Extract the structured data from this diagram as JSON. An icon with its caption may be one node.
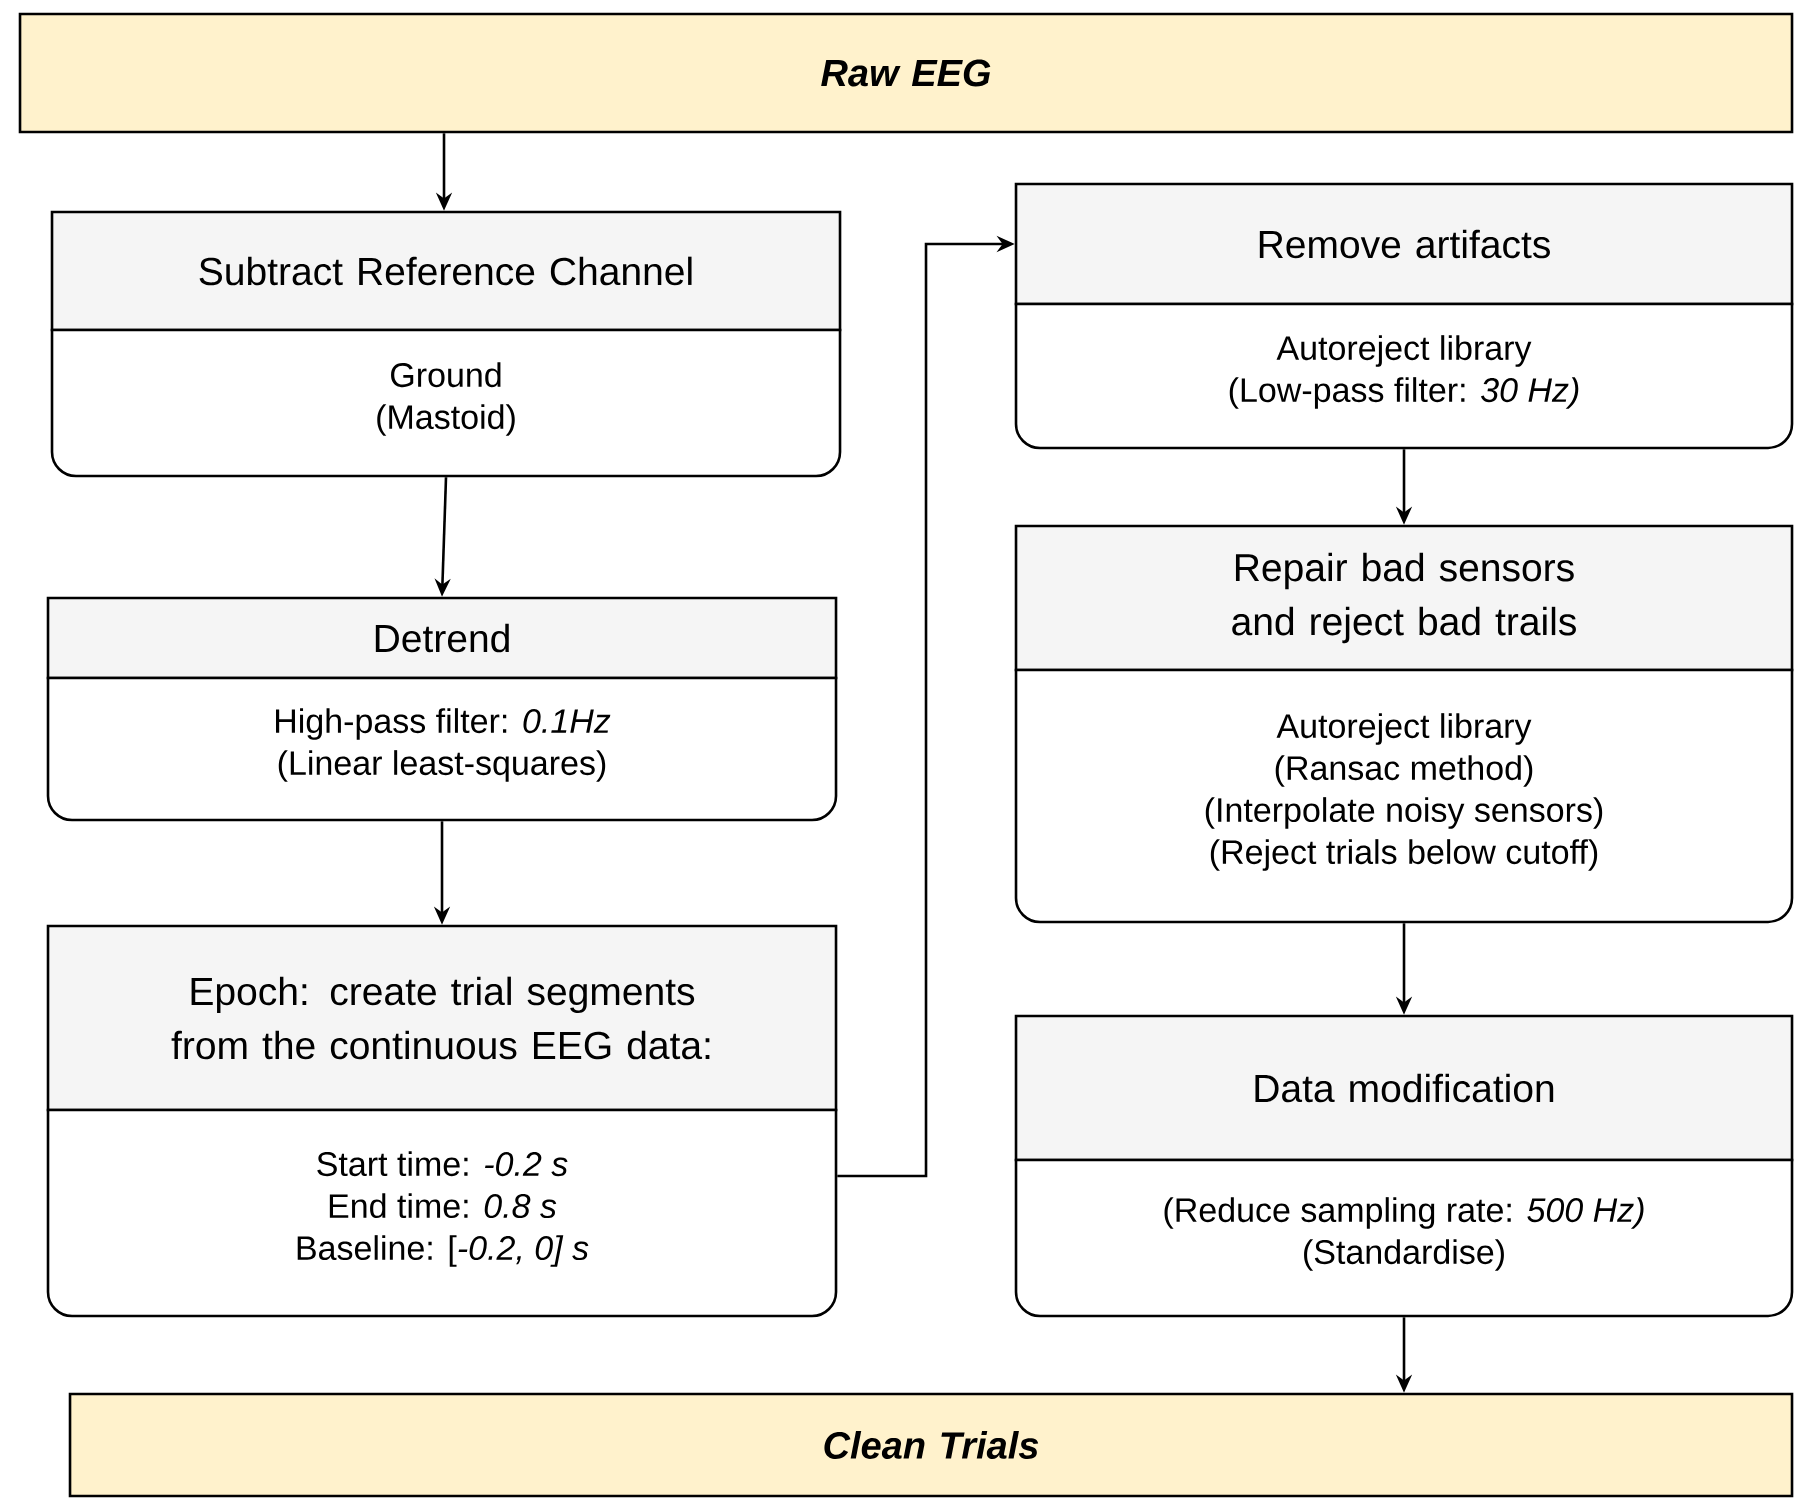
{
  "diagram": {
    "nodes": [
      {
        "text": [
          "Raw EEG"
        ]
      },
      {
        "text": [
          "Subtract Reference Channel",
          "Ground",
          "(Mastoid)"
        ]
      },
      {
        "text": [
          "Detrend",
          "High-pass filter: *0.1Hz*",
          "(Linear least-squares)"
        ]
      },
      {
        "text": [
          "Epoch: create trial segments from the continuous EEG data:",
          "Start time: *-0.2 s*",
          "End time: *0.8 s*",
          "Baseline: [*-0.2, 0] s*"
        ]
      },
      {
        "text": [
          "Remove artifacts",
          "Autoreject library",
          "(Low-pass filter: *30 Hz)*"
        ]
      },
      {
        "text": [
          "Repair bad sensors and reject bad trails",
          "Autoreject library",
          "(Ransac method)",
          "(Interpolate noisy sensors)",
          "(Reject trials below cutoff)"
        ]
      },
      {
        "text": [
          "Data modification",
          "(Reduce sampling rate: *500 Hz)*",
          "(Standardise)"
        ]
      },
      {
        "text": [
          "Clean Trials"
        ]
      }
    ],
    "edges": [
      {
        "from": 0,
        "to": 1,
        "arrow": "to"
      },
      {
        "from": 1,
        "to": 2,
        "arrow": "to"
      },
      {
        "from": 2,
        "to": 3,
        "arrow": "to"
      },
      {
        "from": 3,
        "to": 4,
        "arrow": "to"
      },
      {
        "from": 4,
        "to": 5,
        "arrow": "to"
      },
      {
        "from": 5,
        "to": 6,
        "arrow": "to"
      },
      {
        "from": 6,
        "to": 7,
        "arrow": "to"
      }
    ]
  }
}
